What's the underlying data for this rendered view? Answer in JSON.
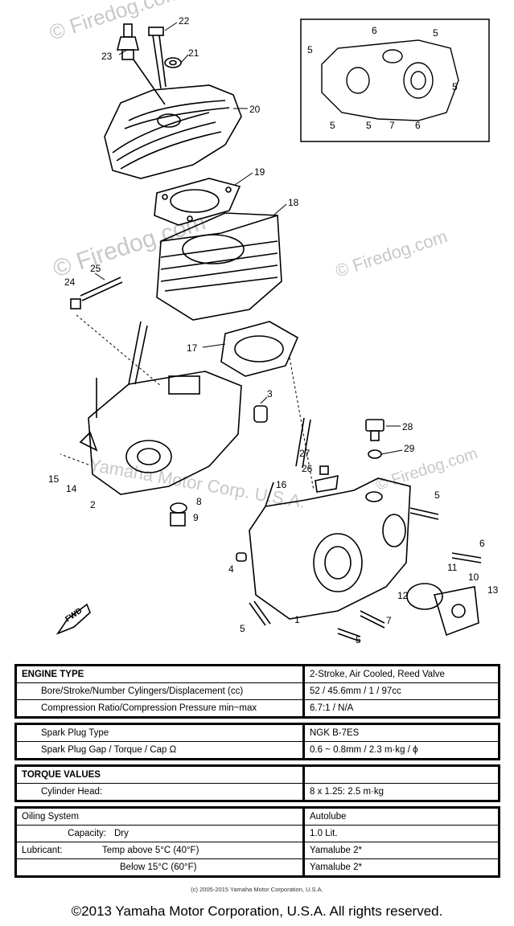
{
  "callouts": [
    "22",
    "21",
    "23",
    "20",
    "19",
    "18",
    "25",
    "24",
    "17",
    "3",
    "28",
    "29",
    "27",
    "26",
    "16",
    "15",
    "14",
    "2",
    "8",
    "9",
    "4",
    "5",
    "6",
    "11",
    "10",
    "12",
    "13",
    "7",
    "1"
  ],
  "inset_callouts": [
    "6",
    "5",
    "5",
    "5",
    "5",
    "5",
    "7",
    "6"
  ],
  "watermarks": [
    "© Firedog.com",
    "© Firedog.com",
    "© Firedog.com",
    "Yamaha Motor Corp. U.S.A.",
    "© Firedog.com"
  ],
  "fwd_label": "FWD",
  "spec": {
    "engine": {
      "title": "ENGINE TYPE",
      "title_value": "2-Stroke, Air Cooled, Reed Valve",
      "bore_label": "Bore/Stroke/Number Cylingers/Displacement (cc)",
      "bore_value": "52 / 45.6mm / 1 / 97cc",
      "comp_label": "Compression Ratio/Compression Pressure min~max",
      "comp_value": "6.7:1 / N/A"
    },
    "spark": {
      "plug_label": "Spark Plug Type",
      "plug_value": "NGK B-7ES",
      "gap_label": "Spark Plug Gap / Torque / Cap Ω",
      "gap_value": "0.6 ~ 0.8mm / 2.3 m·kg / ϕ"
    },
    "torque": {
      "title": "TORQUE VALUES",
      "head_label": "Cylinder Head:",
      "head_value": "8 x 1.25: 2.5 m·kg"
    },
    "oil": {
      "system_label": "Oiling System",
      "system_value": "Autolube",
      "cap_label": "Capacity:",
      "cap_sub": "Dry",
      "cap_value": "1.0 Lit.",
      "lub_label": "Lubricant:",
      "lub_above": "Temp above 5°C (40°F)",
      "lub_above_value": "Yamalube 2*",
      "lub_below": "Below 15°C (60°F)",
      "lub_below_value": "Yamalube 2*"
    }
  },
  "small_copyright": "(c) 2005-2015 Yamaha Motor Corporation, U.S.A.",
  "copyright": "©2013 Yamaha Motor Corporation, U.S.A. All rights reserved."
}
